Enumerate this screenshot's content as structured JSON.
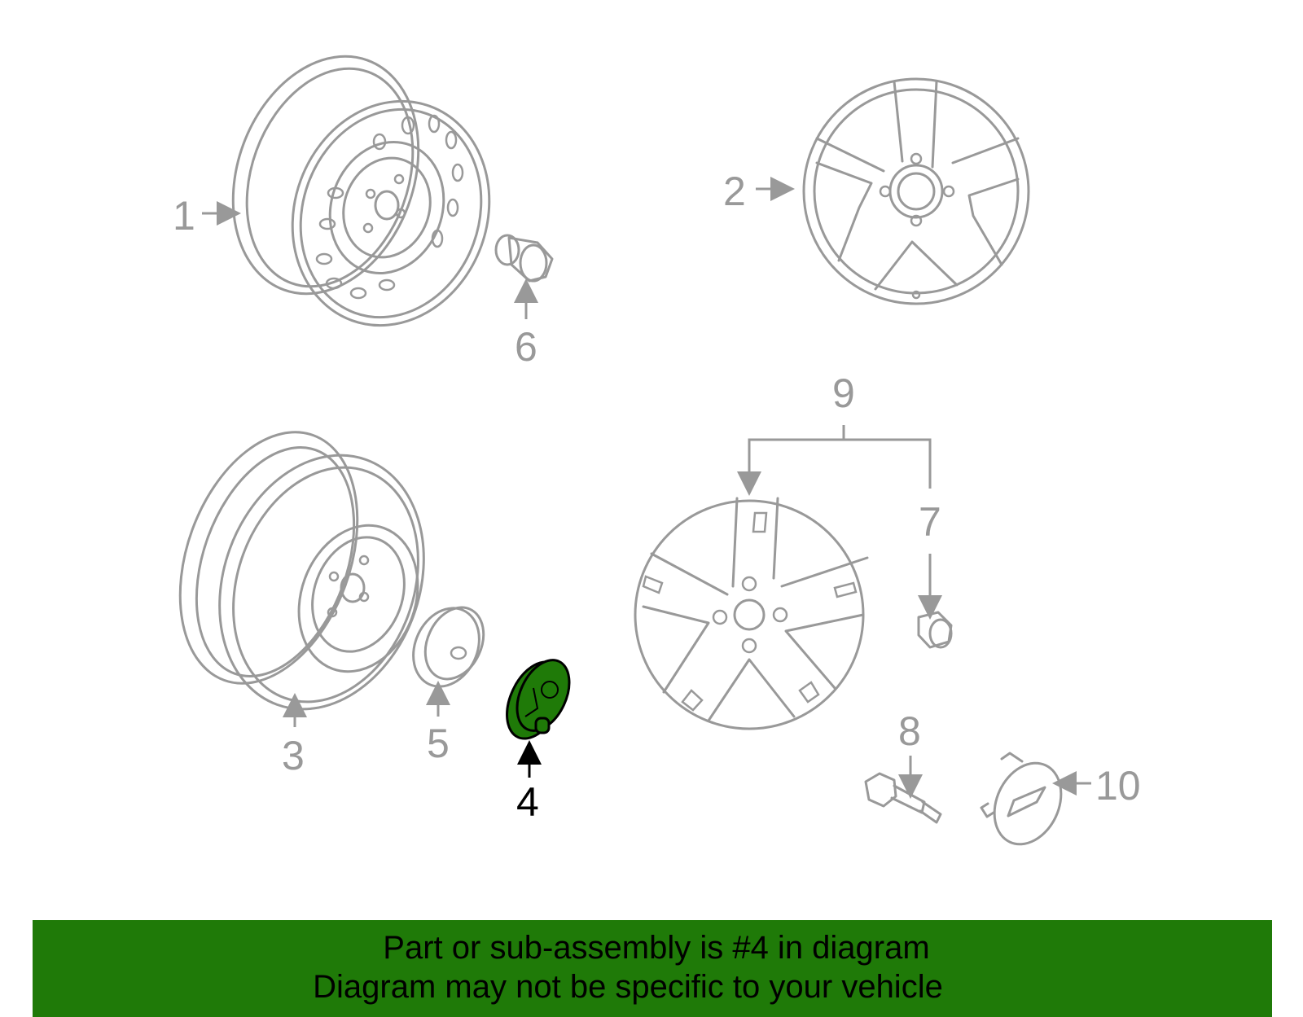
{
  "callouts": {
    "c1": "1",
    "c2": "2",
    "c3": "3",
    "c4": "4",
    "c5": "5",
    "c6": "6",
    "c7": "7",
    "c8": "8",
    "c9": "9",
    "c10": "10"
  },
  "highlighted_part": "4",
  "colors": {
    "line": "#999999",
    "highlight_fill": "#1f7a08",
    "banner_background": "#1f7a08",
    "banner_text": "#000000"
  },
  "banner": {
    "line1": "Part or sub-assembly is #4 in diagram",
    "line2": "Diagram may not be specific to your vehicle"
  }
}
